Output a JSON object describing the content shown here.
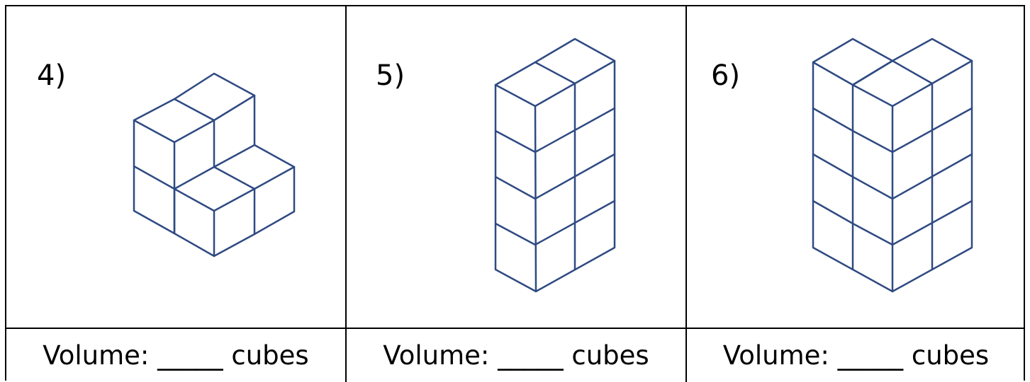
{
  "problems": [
    {
      "number": "4)",
      "answer_label": "Volume: _____ cubes"
    },
    {
      "number": "5)",
      "answer_label": "Volume: _____ cubes"
    },
    {
      "number": "6)",
      "answer_label": "Volume: _____ cubes"
    }
  ],
  "colors": {
    "cube_stroke": "#2f4a82",
    "grid": "#000000"
  }
}
